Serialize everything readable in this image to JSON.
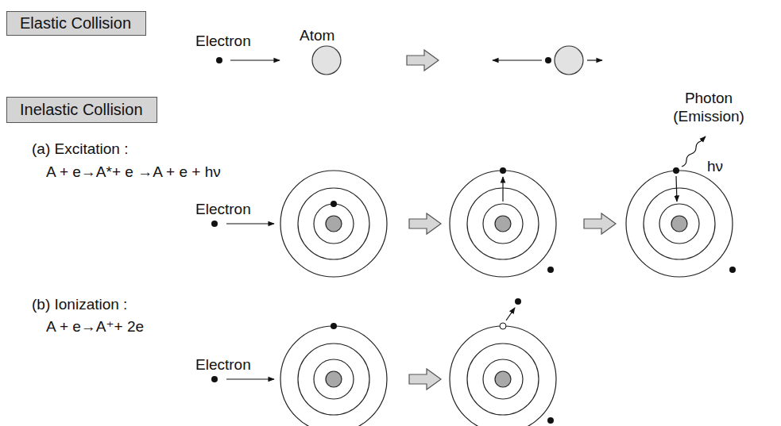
{
  "diagram": {
    "nodes": [
      {
        "text": [
          "Elastic Collision"
        ]
      },
      {
        "text": [
          "Inelastic Collision"
        ]
      }
    ],
    "labels": [
      "Electron",
      "Atom",
      "(a) Excitation :",
      "A + e→A*+ e →A + e + hν",
      "Electron",
      "Photon (Emission)",
      "hν",
      "(b) Ionization :",
      "A + e→A⁺+ 2e",
      "Electron"
    ]
  }
}
